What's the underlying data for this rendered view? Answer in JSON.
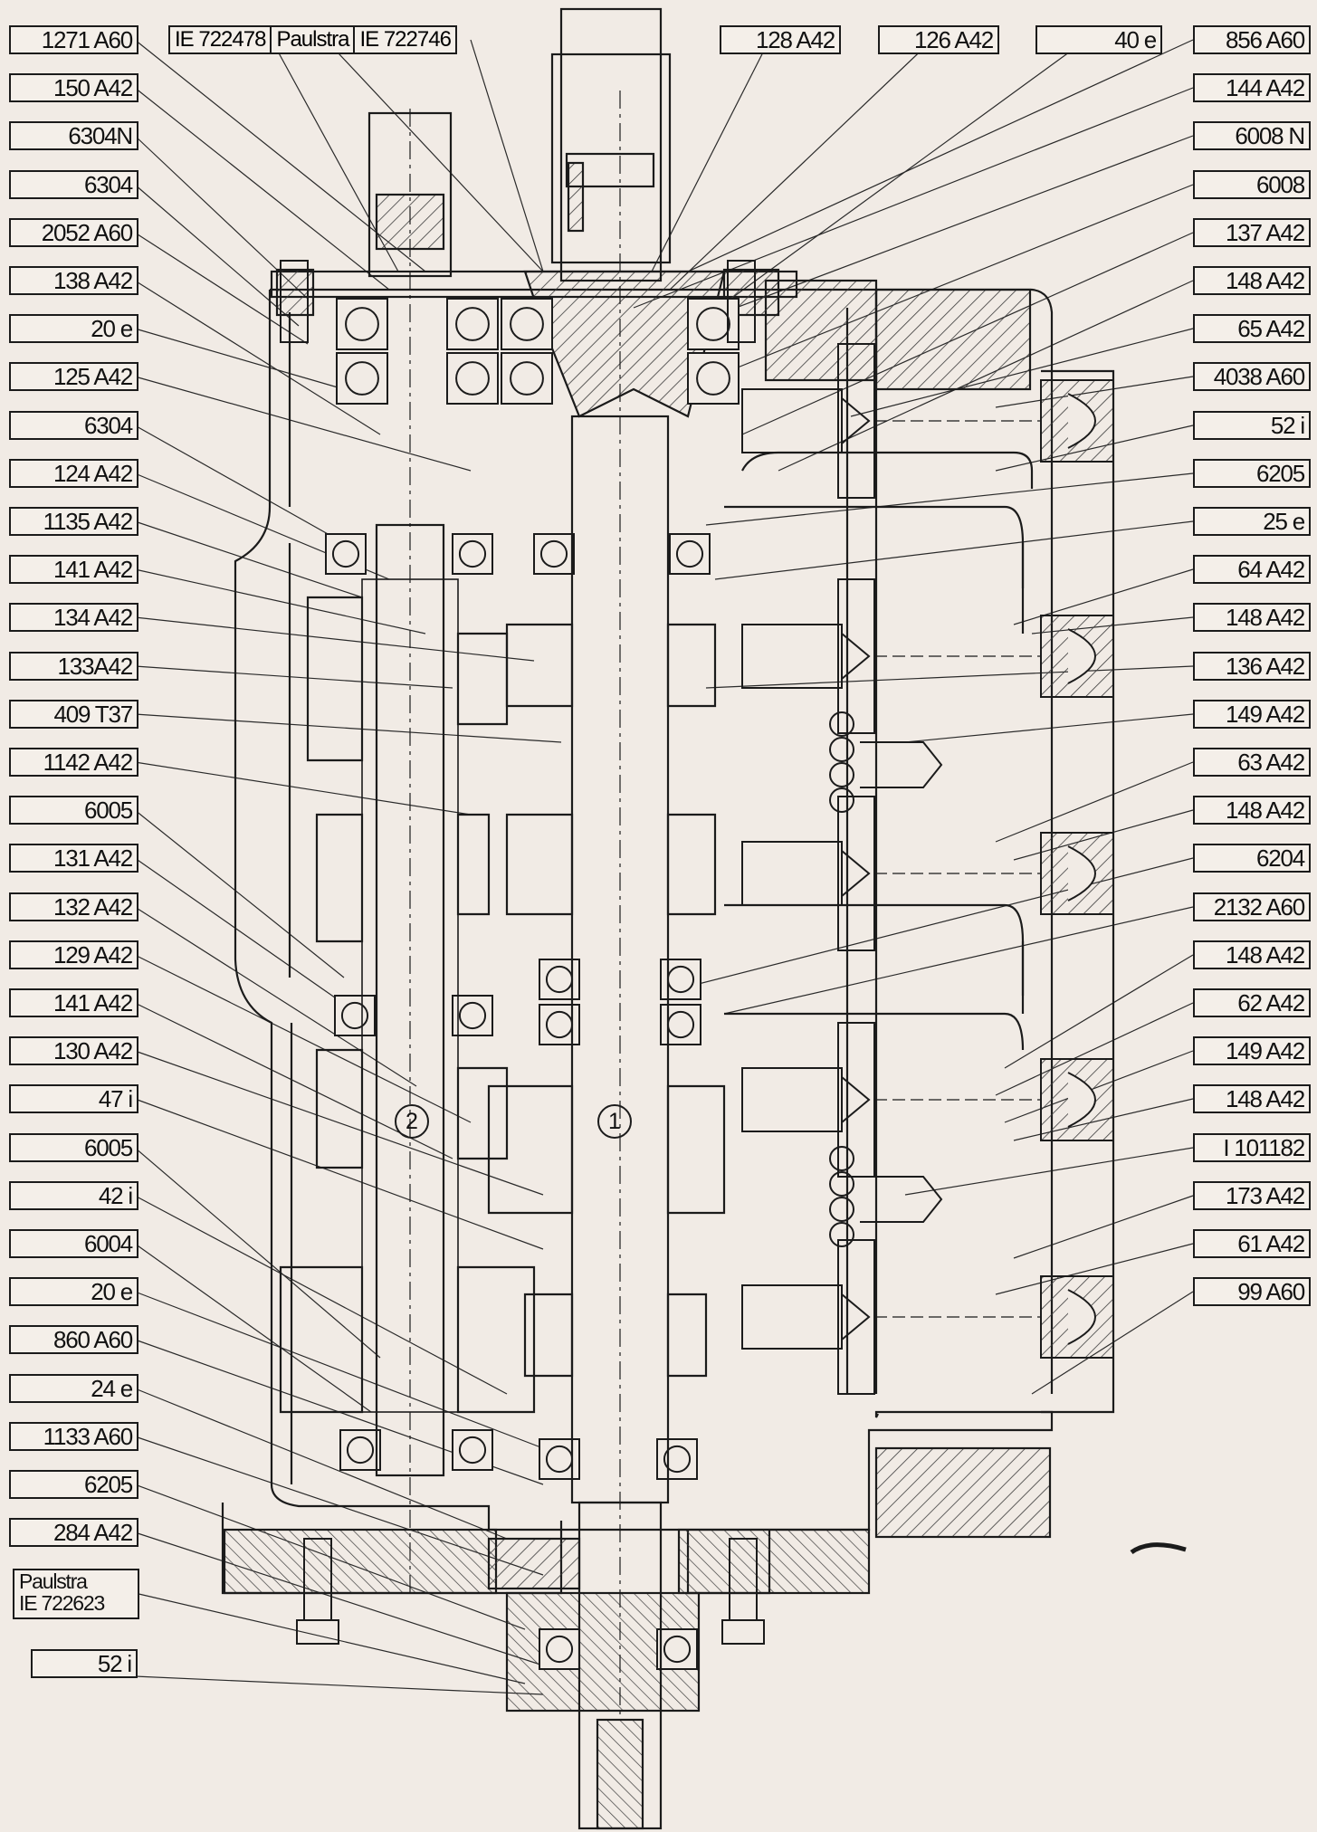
{
  "stamp_top": [
    "IE 722478",
    "Paulstra",
    "IE 722746"
  ],
  "left_labels": [
    "1271 A60",
    "150 A42",
    "6304N",
    "6304",
    "2052 A60",
    "138 A42",
    "20 e",
    "125 A42",
    "6304",
    "124 A42",
    "1135 A42",
    "141 A42",
    "134 A42",
    "133A42",
    "409 T37",
    "1142 A42",
    "6005",
    "131 A42",
    "132 A42",
    "129 A42",
    "141 A42",
    "130 A42",
    "47 i",
    "6005",
    "42 i",
    "6004",
    "20 e",
    "860 A60",
    "24 e",
    "1133 A60",
    "6205",
    "284 A42"
  ],
  "left_paulstra": "Paulstra\nIE 722623",
  "left_last": "52 i",
  "top_labels": [
    "128 A42",
    "126 A42",
    "40 e"
  ],
  "right_labels": [
    "856 A60",
    "144 A42",
    "6008 N",
    "6008",
    "137 A42",
    "148 A42",
    "65 A42",
    "4038 A60",
    "52 i",
    "6205",
    "25 e",
    "64 A42",
    "148 A42",
    "136 A42",
    "149 A42",
    "63 A42",
    "148 A42",
    "6204",
    "2132 A60",
    "148 A42",
    "62 A42",
    "149 A42",
    "148 A42",
    "I 101182",
    "173 A42",
    "61 A42",
    "99 A60"
  ],
  "shaft_numbers": [
    "2",
    "1"
  ],
  "colors": {
    "ink": "#1b1b1b",
    "paper": "#f1ebe5",
    "hatch": "#555555"
  }
}
